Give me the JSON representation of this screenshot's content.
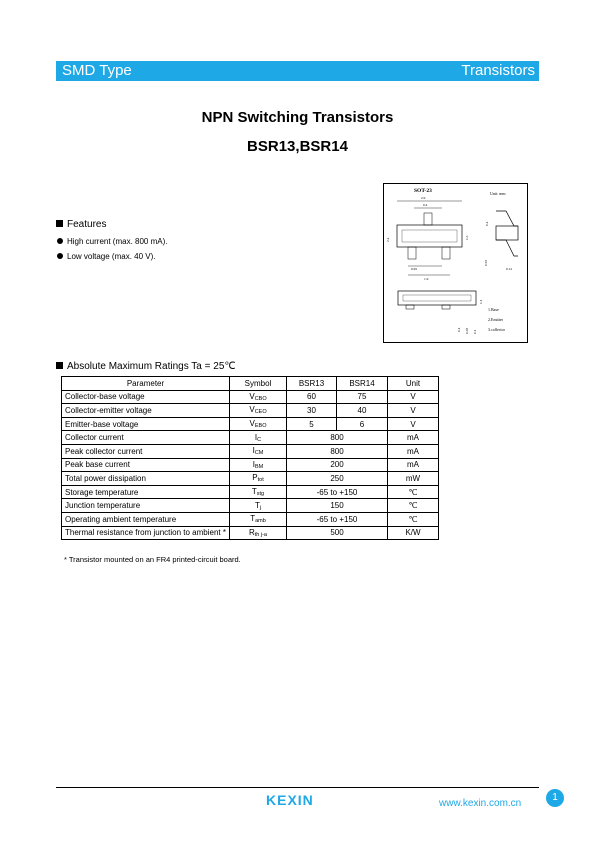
{
  "header": {
    "left": "SMD Type",
    "right": "Transistors"
  },
  "title": "NPN Switching Transistors",
  "subtitle": "BSR13,BSR14",
  "features": {
    "heading": "Features",
    "items": [
      "High current (max. 800 mA).",
      "Low voltage (max. 40 V)."
    ]
  },
  "package": {
    "name": "SOT-23",
    "unit": "Unit: mm",
    "dims": [
      "2.9",
      "0.4",
      "2.4",
      "1.3",
      "0.95",
      "1.9",
      "0.4",
      "0.55",
      "0.12",
      "1.1",
      "0.4",
      "0.38",
      "0.1"
    ],
    "pins": [
      "1.Base",
      "2.Emitter",
      "3.collector"
    ]
  },
  "ratings": {
    "heading": "Absolute Maximum Ratings Ta = 25℃",
    "columns": [
      "Parameter",
      "Symbol",
      "BSR13",
      "BSR14",
      "Unit"
    ],
    "rows": [
      {
        "param": "Collector-base voltage",
        "sym": "V",
        "sub": "CBO",
        "v1": "60",
        "v2": "75",
        "unit": "V"
      },
      {
        "param": "Collector-emitter voltage",
        "sym": "V",
        "sub": "CEO",
        "v1": "30",
        "v2": "40",
        "unit": "V"
      },
      {
        "param": "Emitter-base voltage",
        "sym": "V",
        "sub": "EBO",
        "v1": "5",
        "v2": "6",
        "unit": "V"
      },
      {
        "param": "Collector current",
        "sym": "I",
        "sub": "C",
        "v": "800",
        "unit": "mA"
      },
      {
        "param": "Peak collector current",
        "sym": "I",
        "sub": "CM",
        "v": "800",
        "unit": "mA"
      },
      {
        "param": "Peak base current",
        "sym": "I",
        "sub": "BM",
        "v": "200",
        "unit": "mA"
      },
      {
        "param": "Total power dissipation",
        "sym": "P",
        "sub": "tot",
        "v": "250",
        "unit": "mW"
      },
      {
        "param": "Storage temperature",
        "sym": "T",
        "sub": "stg",
        "v": "-65 to +150",
        "unit": "℃"
      },
      {
        "param": "Junction temperature",
        "sym": "T",
        "sub": "j",
        "v": "150",
        "unit": "℃"
      },
      {
        "param": "Operating ambient temperature",
        "sym": "T",
        "sub": "amb",
        "v": "-65 to +150",
        "unit": "℃"
      },
      {
        "param": "Thermal resistance from junction to ambient  *",
        "sym": "R",
        "sub": "th j-a",
        "v": "500",
        "unit": "K/W"
      }
    ],
    "note": "* Transistor mounted on an FR4 printed-circuit board."
  },
  "footer": {
    "logo": "KEXIN",
    "website": "www.kexin.com.cn",
    "page": "1"
  },
  "colors": {
    "brand": "#1fa8e6"
  }
}
